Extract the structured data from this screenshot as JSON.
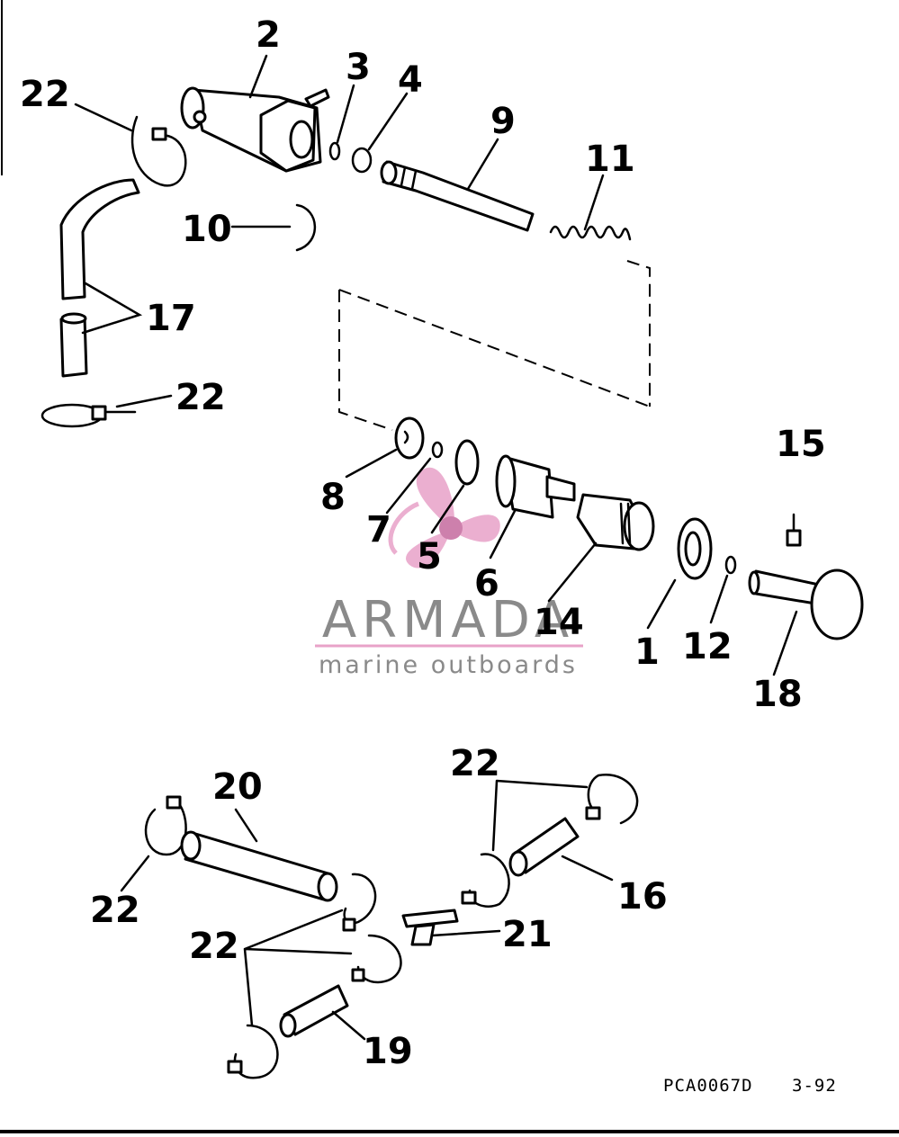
{
  "diagram": {
    "callouts": [
      "2",
      "3",
      "4",
      "9",
      "11",
      "22",
      "10",
      "17",
      "22",
      "8",
      "7",
      "5",
      "6",
      "14",
      "1",
      "12",
      "18",
      "15",
      "20",
      "22",
      "22",
      "16",
      "21",
      "19",
      "22"
    ],
    "drawing_code": "PCA0067D",
    "drawing_date": "3-92"
  },
  "watermark": {
    "brand": "ARMADA",
    "tagline": "marine outboards",
    "colors": {
      "text": "#8a8a8a",
      "accent": "#e8a2c8",
      "accent_dark": "#c56a9e"
    }
  },
  "colors": {
    "ink": "#000000",
    "paper": "#ffffff"
  }
}
